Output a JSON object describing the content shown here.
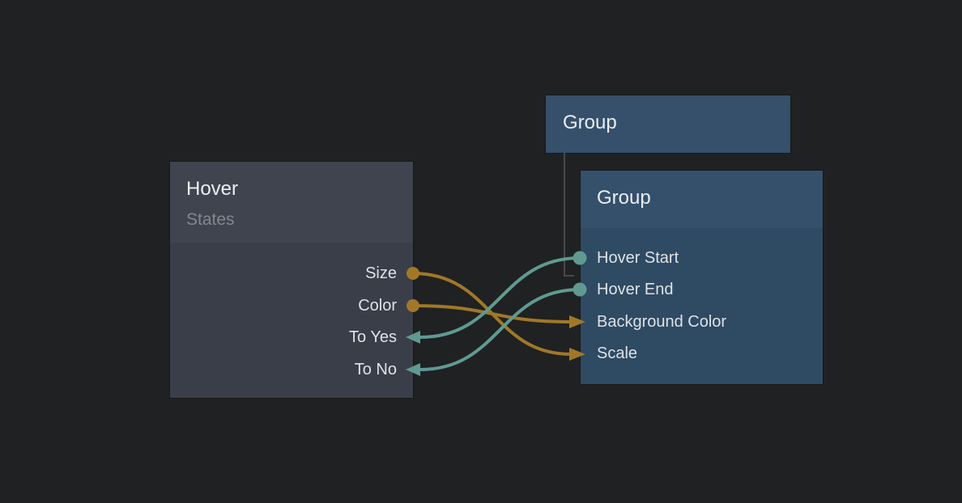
{
  "app": {
    "view": "node-graph-canvas"
  },
  "colors": {
    "background": "#202122",
    "hover_node_header": "#40444f",
    "hover_node_body": "#3a3e49",
    "group_node_header": "#35506b",
    "group_node_body": "#2f4a63",
    "gold_connection": "#a07828",
    "teal_connection": "#5f9a92",
    "hierarchy_line": "#47494d",
    "title_text": "#eceff2",
    "subtitle_text": "#84878e",
    "port_text": "#dee2e6"
  },
  "nodes": {
    "hover": {
      "title": "Hover",
      "subtitle": "States",
      "ports": [
        {
          "label": "Size",
          "direction": "output",
          "marker": "gold-dot"
        },
        {
          "label": "Color",
          "direction": "output",
          "marker": "gold-dot"
        },
        {
          "label": "To Yes",
          "direction": "input",
          "marker": "teal-arrow"
        },
        {
          "label": "To No",
          "direction": "input",
          "marker": "teal-arrow"
        }
      ]
    },
    "group_parent": {
      "title": "Group"
    },
    "group_child": {
      "title": "Group",
      "ports": [
        {
          "label": "Hover Start",
          "direction": "output",
          "marker": "teal-dot"
        },
        {
          "label": "Hover End",
          "direction": "output",
          "marker": "teal-dot"
        },
        {
          "label": "Background Color",
          "direction": "input",
          "marker": "gold-arrow"
        },
        {
          "label": "Scale",
          "direction": "input",
          "marker": "gold-arrow"
        }
      ]
    }
  },
  "connections": [
    {
      "from": "Hover.Size",
      "to": "Group.Scale",
      "color": "gold"
    },
    {
      "from": "Hover.Color",
      "to": "Group.Background Color",
      "color": "gold"
    },
    {
      "from": "Group.Hover Start",
      "to": "Hover.To Yes",
      "color": "teal"
    },
    {
      "from": "Group.Hover End",
      "to": "Hover.To No",
      "color": "teal"
    }
  ],
  "hierarchy": {
    "from": "Group (parent)",
    "to": "Group (child)"
  }
}
